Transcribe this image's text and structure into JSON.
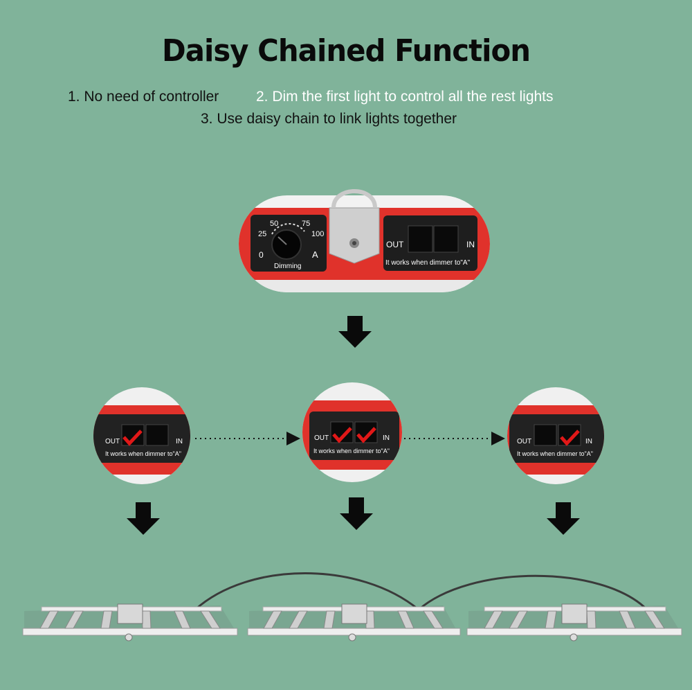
{
  "title": "Daisy Chained Function",
  "features": [
    "1. No need of controller",
    "2. Dim the first light to control all the rest lights",
    "3. Use daisy chain to link lights together"
  ],
  "dimmer": {
    "scale": [
      "0",
      "25",
      "50",
      "75",
      "100",
      "A"
    ],
    "label": "Dimming"
  },
  "ports": {
    "out": "OUT",
    "in": "IN",
    "note": "It works when dimmer to\"A\""
  },
  "colors": {
    "background": "#80b39a",
    "housing_red": "#e0322b",
    "panel_dark": "#222222",
    "check_red": "#e01818"
  }
}
